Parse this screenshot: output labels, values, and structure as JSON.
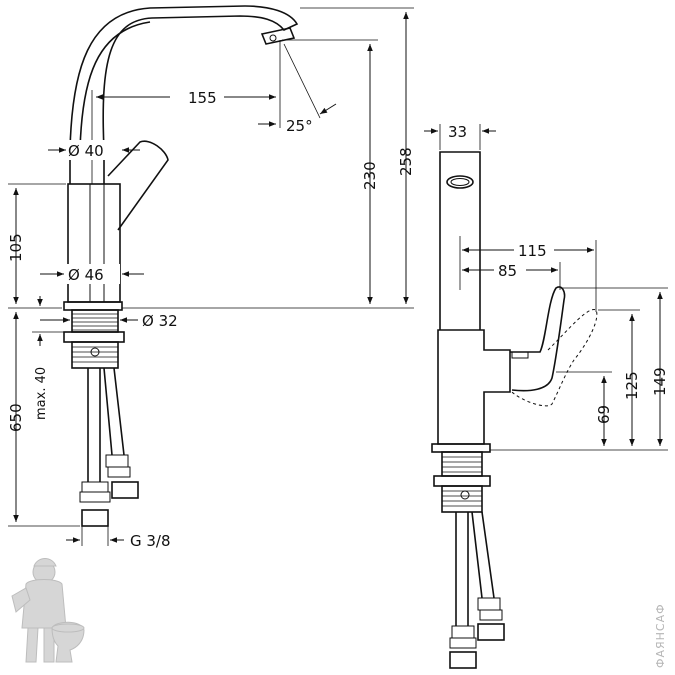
{
  "front_view": {
    "reach": "155",
    "angle": "25°",
    "height_spout": "230",
    "height_total": "258",
    "dia_top": "Ø 40",
    "dia_body": "Ø 46",
    "dia_thread": "Ø 32",
    "body_height": "105",
    "max_deck": "max. 40",
    "hose_length": "650",
    "connection": "G 3/8"
  },
  "side_view": {
    "spout_width": "33",
    "handle_reach_open": "115",
    "handle_reach": "85",
    "h_149": "149",
    "h_125": "125",
    "h_69": "69"
  },
  "watermark": "ФАЯНСАФ"
}
